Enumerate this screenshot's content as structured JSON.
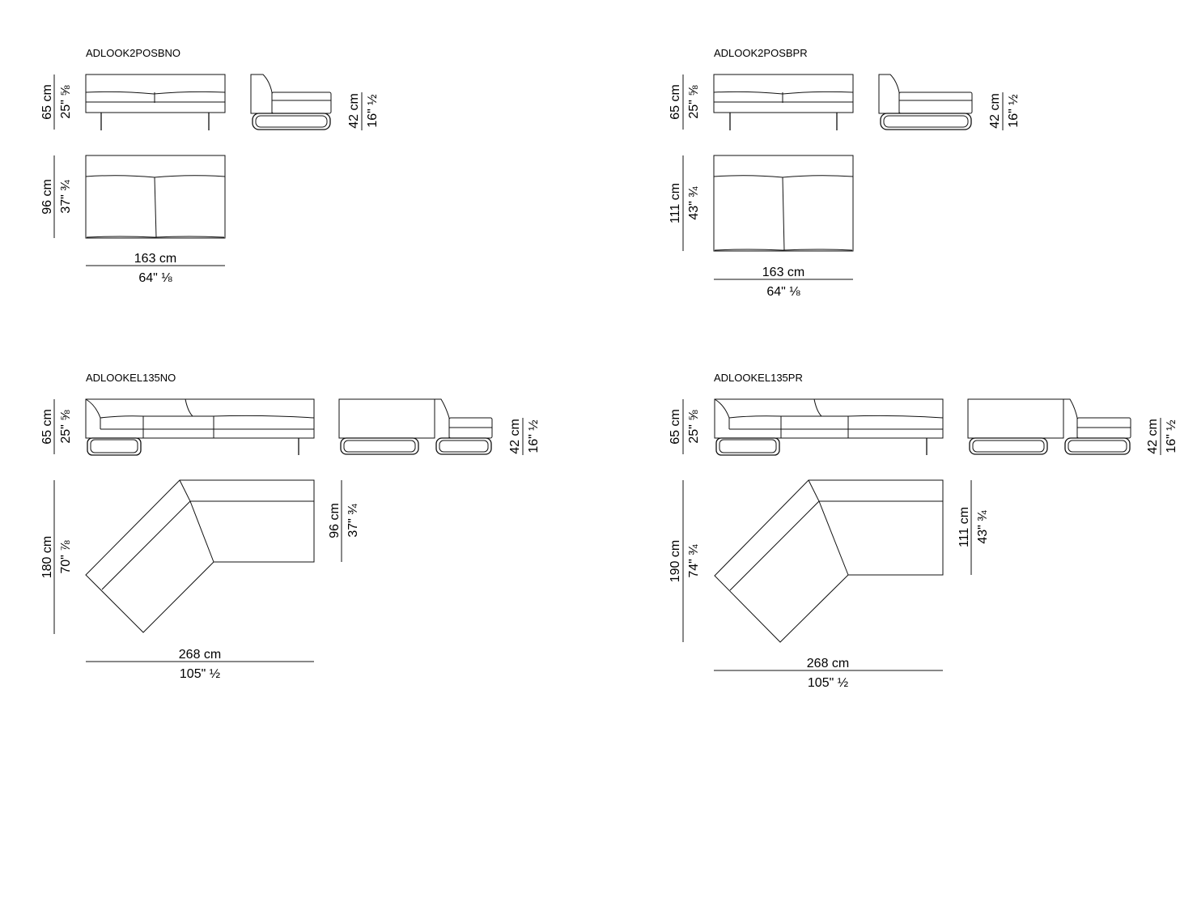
{
  "models": [
    {
      "code": "ADLOOK2POSBNO",
      "height_cm": "65 cm",
      "height_in": "25\" ⅝",
      "seat_cm": "42 cm",
      "seat_in": "16\" ½",
      "depth_cm": "96 cm",
      "depth_in": "37\" ¾",
      "width_cm": "163 cm",
      "width_in": "64\" ⅛"
    },
    {
      "code": "ADLOOK2POSBPR",
      "height_cm": "65 cm",
      "height_in": "25\" ⅝",
      "seat_cm": "42 cm",
      "seat_in": "16\" ½",
      "depth_cm": "111 cm",
      "depth_in": "43\" ¾",
      "width_cm": "163 cm",
      "width_in": "64\" ⅛"
    },
    {
      "code": "ADLOOKEL135NO",
      "height_cm": "65 cm",
      "height_in": "25\" ⅝",
      "seat_cm": "42 cm",
      "seat_in": "16\" ½",
      "depth_cm": "180 cm",
      "depth_in": "70\" ⅞",
      "arm_depth_cm": "96 cm",
      "arm_depth_in": "37\" ¾",
      "width_cm": "268 cm",
      "width_in": "105\" ½"
    },
    {
      "code": "ADLOOKEL135PR",
      "height_cm": "65 cm",
      "height_in": "25\" ⅝",
      "seat_cm": "42 cm",
      "seat_in": "16\" ½",
      "depth_cm": "190 cm",
      "depth_in": "74\" ¾",
      "arm_depth_cm": "111 cm",
      "arm_depth_in": "43\" ¾",
      "width_cm": "268 cm",
      "width_in": "105\" ½"
    }
  ]
}
